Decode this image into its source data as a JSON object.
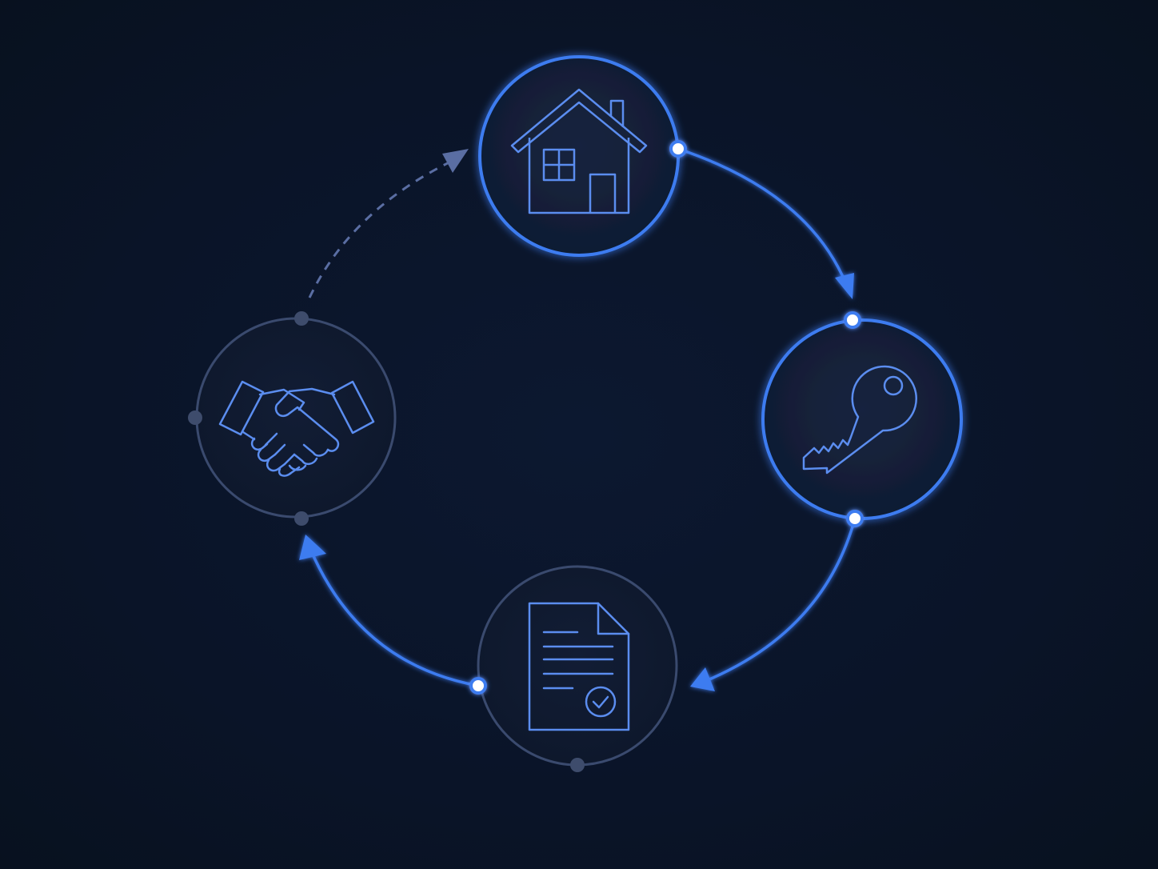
{
  "diagram": {
    "nodes": [
      {
        "name": "home",
        "icon": "house-icon",
        "state": "active"
      },
      {
        "name": "key",
        "icon": "key-icon",
        "state": "active"
      },
      {
        "name": "document",
        "icon": "document-check-icon",
        "state": "inactive"
      },
      {
        "name": "handshake",
        "icon": "handshake-icon",
        "state": "inactive"
      }
    ],
    "edges": [
      {
        "from": "home",
        "to": "key",
        "style": "solid"
      },
      {
        "from": "key",
        "to": "document",
        "style": "solid"
      },
      {
        "from": "document",
        "to": "handshake",
        "style": "solid"
      },
      {
        "from": "handshake",
        "to": "home",
        "style": "dashed"
      }
    ]
  },
  "colors": {
    "background": "#0a1428",
    "active_ring": "#3d7cf0",
    "inactive_ring": "#3a4a6e",
    "icon_stroke": "#5b8def",
    "dashed_arrow": "#5a6ea3",
    "active_dot": "#ffffff",
    "inactive_dot": "#3e4c6c"
  }
}
